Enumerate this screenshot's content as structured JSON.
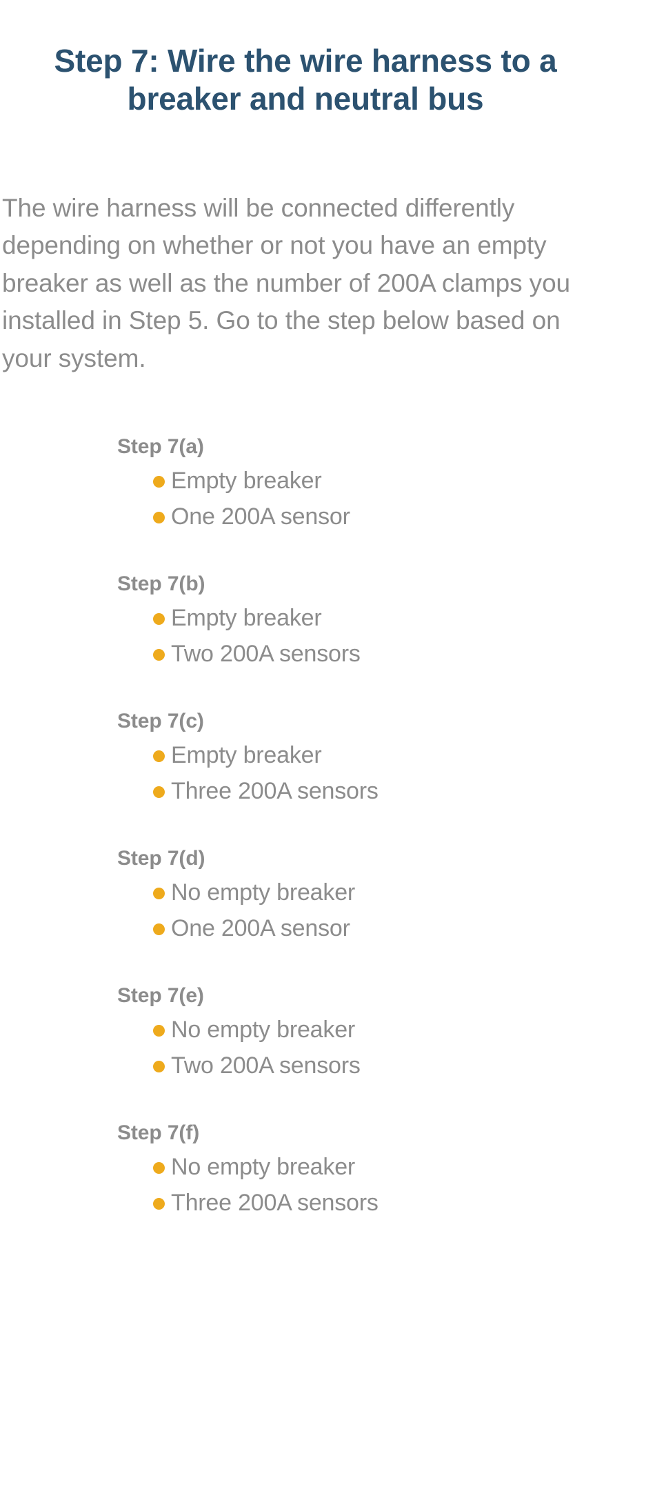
{
  "document": {
    "title": "Step 7: Wire the wire harness to a breaker and neutral bus",
    "intro": "The wire harness will be connected differently depending on whether or not you have an empty breaker as well as the number of 200A clamps you installed in Step 5. Go to the step below based on your system.",
    "colors": {
      "title": "#2c5270",
      "body_text": "#8c8c8c",
      "bullet": "#eeaa1c",
      "background": "#ffffff"
    },
    "steps": [
      {
        "heading": "Step 7(a)",
        "bullets": [
          "Empty breaker",
          "One 200A sensor"
        ]
      },
      {
        "heading": "Step 7(b)",
        "bullets": [
          "Empty breaker",
          "Two 200A sensors"
        ]
      },
      {
        "heading": "Step 7(c)",
        "bullets": [
          "Empty breaker",
          "Three 200A sensors"
        ]
      },
      {
        "heading": "Step 7(d)",
        "bullets": [
          "No empty breaker",
          "One 200A sensor"
        ]
      },
      {
        "heading": "Step 7(e)",
        "bullets": [
          "No empty breaker",
          "Two 200A sensors"
        ]
      },
      {
        "heading": "Step 7(f)",
        "bullets": [
          "No empty breaker",
          "Three 200A sensors"
        ]
      }
    ]
  }
}
